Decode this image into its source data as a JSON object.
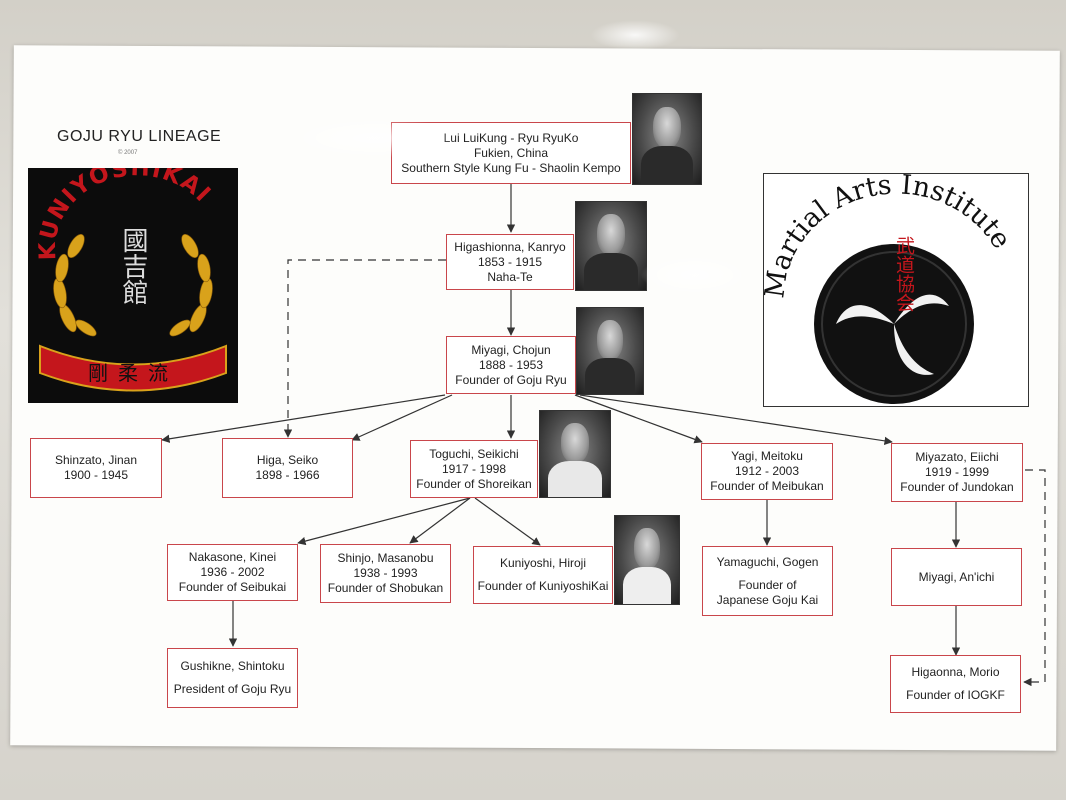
{
  "header": {
    "title": "GOJU RYU LINEAGE",
    "copyright": "© 2007"
  },
  "logos": {
    "left": {
      "arc_text": "KUNIYOSHIKAI",
      "kanji_vertical": "國吉館",
      "kanji_banner": "剛柔流"
    },
    "right": {
      "arc_text": "Martial Arts Institute",
      "kanji_vertical": "武道協会"
    }
  },
  "nodes": {
    "lui": {
      "lines": [
        "Lui LuiKung - Ryu RyuKo",
        "Fukien, China",
        "Southern Style Kung Fu - Shaolin Kempo"
      ]
    },
    "higashionna": {
      "lines": [
        "Higashionna, Kanryo",
        "1853 - 1915",
        "Naha-Te"
      ]
    },
    "miyagi_chojun": {
      "lines": [
        "Miyagi, Chojun",
        "1888 - 1953",
        "Founder of Goju Ryu"
      ]
    },
    "shinzato": {
      "lines": [
        "Shinzato, Jinan",
        "1900 - 1945"
      ]
    },
    "higa": {
      "lines": [
        "Higa, Seiko",
        "1898 - 1966"
      ]
    },
    "toguchi": {
      "lines": [
        "Toguchi, Seikichi",
        "1917 - 1998",
        "Founder of Shoreikan"
      ]
    },
    "yagi": {
      "lines": [
        "Yagi, Meitoku",
        "1912 - 2003",
        "Founder of Meibukan"
      ]
    },
    "miyazato": {
      "lines": [
        "Miyazato, Eiichi",
        "1919 - 1999",
        "Founder of Jundokan"
      ]
    },
    "nakasone": {
      "lines": [
        "Nakasone, Kinei",
        "1936 - 2002",
        "Founder of Seibukai"
      ]
    },
    "shinjo": {
      "lines": [
        "Shinjo, Masanobu",
        "1938 - 1993",
        "Founder of Shobukan"
      ]
    },
    "kuniyoshi": {
      "lines": [
        "Kuniyoshi, Hiroji",
        "Founder of KuniyoshiKai"
      ]
    },
    "yamaguchi": {
      "lines": [
        "Yamaguchi, Gogen",
        "",
        "Founder of",
        "Japanese Goju Kai"
      ]
    },
    "miyagi_anichi": {
      "lines": [
        "Miyagi, An'ichi"
      ]
    },
    "gushikne": {
      "lines": [
        "Gushikne, Shintoku",
        "",
        "President of Goju Ryu"
      ]
    },
    "higaonna": {
      "lines": [
        "Higaonna, Morio",
        "",
        "Founder of IOGKF"
      ]
    }
  },
  "colors": {
    "box_border": "#c9464b",
    "logo_red": "#c4161c",
    "logo_gold": "#d9a21b",
    "line": "#333333"
  }
}
